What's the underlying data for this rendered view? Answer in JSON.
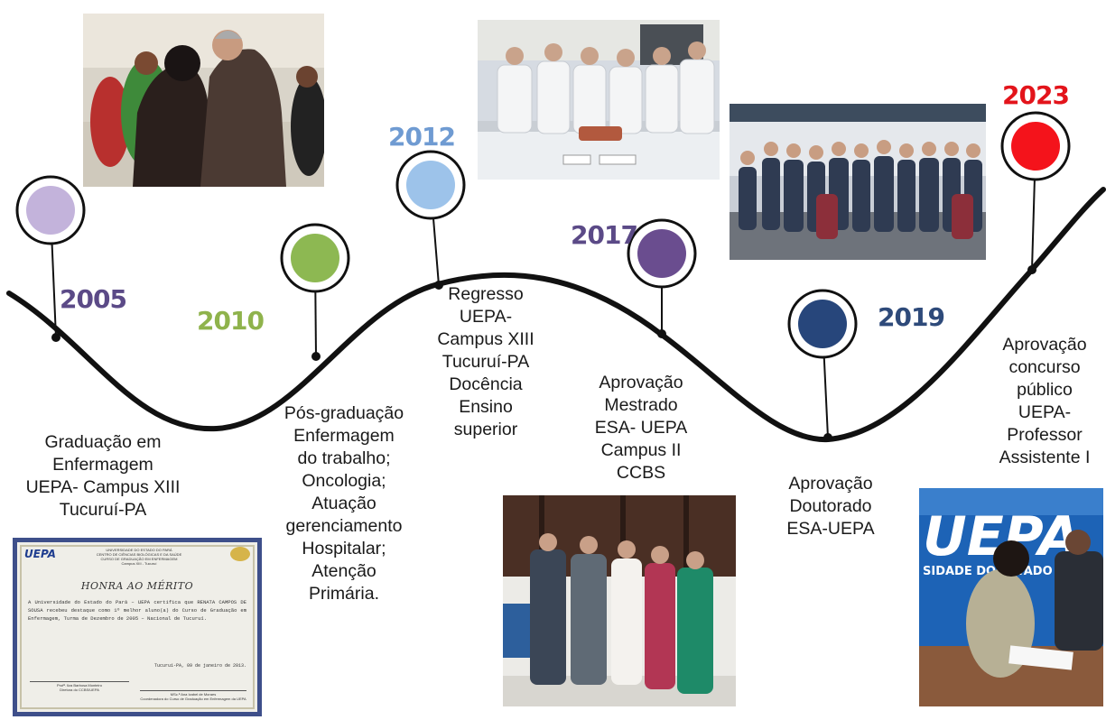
{
  "timeline": {
    "milestones": [
      {
        "year": "2005",
        "year_color": "#5b4a87",
        "dot_color": "#c3b3db",
        "description": "Graduação em\nEnfermagem\nUEPA- Campus XIII\nTucuruí-PA"
      },
      {
        "year": "2010",
        "year_color": "#8fb34c",
        "dot_color": "#8db852",
        "description": "Pós-graduação\nEnfermagem\ndo trabalho;\nOncologia;\nAtuação\ngerenciamento\nHospitalar;\nAtenção\nPrimária."
      },
      {
        "year": "2012",
        "year_color": "#6f9bd2",
        "dot_color": "#9dc3ea",
        "description": "Regresso\nUEPA-\nCampus XIII\nTucuruí-PA\nDocência\nEnsino\nsuperior"
      },
      {
        "year": "2017",
        "year_color": "#5b4a87",
        "dot_color": "#6a4d8f",
        "description": "Aprovação\nMestrado\nESA- UEPA\nCampus II\nCCBS"
      },
      {
        "year": "2019",
        "year_color": "#2e4a7a",
        "dot_color": "#27467b",
        "description": "Aprovação\nDoutorado\nESA-UEPA"
      },
      {
        "year": "2023",
        "year_color": "#e3141b",
        "dot_color": "#f4131b",
        "description": "Aprovação\nconcurso\npúblico\nUEPA-\nProfessor\nAssistente I"
      }
    ]
  },
  "certificate": {
    "logo": "UEPA",
    "header_lines": [
      "UNIVERSIDADE DO ESTADO DO PARÁ",
      "CENTRO DE CIÊNCIAS BIOLÓGICAS E DA SAÚDE",
      "CURSO DE GRADUAÇÃO EM ENFERMAGEM",
      "Campus XIII - Tucuruí"
    ],
    "title": "HONRA AO MÉRITO",
    "body": "A Universidade do Estado do Pará – UEPA certifica que RENATA CAMPOS DE SOUSA recebeu destaque como 1º melhor aluno(a) do Curso de Graduação em Enfermagem, Turma de Dezembro de 2005 – Nacional de Tucuruí.",
    "place_date": "Tucuruí-PA, 09 de janeiro de 2013.",
    "signatures": [
      "Profª. Ilza Barbosa Monteiro\nDiretora do CCBS/UEPA",
      "MSc.ª Ana Izabel de Moraes\nCoordenadora do Curso de Graduação em Enfermagem da UEPA"
    ]
  },
  "uepa_sign": {
    "text": "UEPA",
    "subtext": "SIDADE DO ESTADO DO PARÁ"
  }
}
